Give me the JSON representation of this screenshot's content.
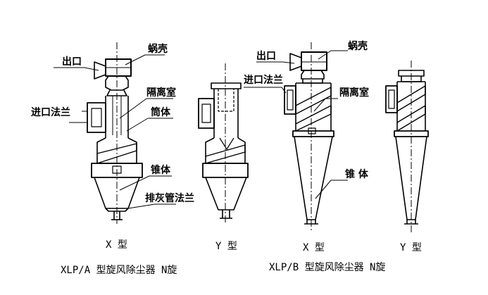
{
  "left_group": {
    "labels": {
      "outlet": "出口",
      "volute": "蜗壳",
      "separation_chamber": "隔离室",
      "inlet_flange": "进口法兰",
      "cylinder": "筒体",
      "cone": "锥体",
      "ash_pipe_flange": "排灰管法兰"
    },
    "x_type": "X 型",
    "y_type": "Y 型",
    "caption": "XLP/A 型旋风除尘器 N旋"
  },
  "right_group": {
    "labels": {
      "outlet": "出口",
      "volute": "蜗壳",
      "inlet_flange": "进口法兰",
      "separation_chamber": "隔离室",
      "cone": "锥 体"
    },
    "x_type": "X 型",
    "y_type": "Y 型",
    "caption": "XLP/B 型旋风除尘器 N旋"
  },
  "colors": {
    "line": "#000000",
    "background": "#ffffff"
  }
}
